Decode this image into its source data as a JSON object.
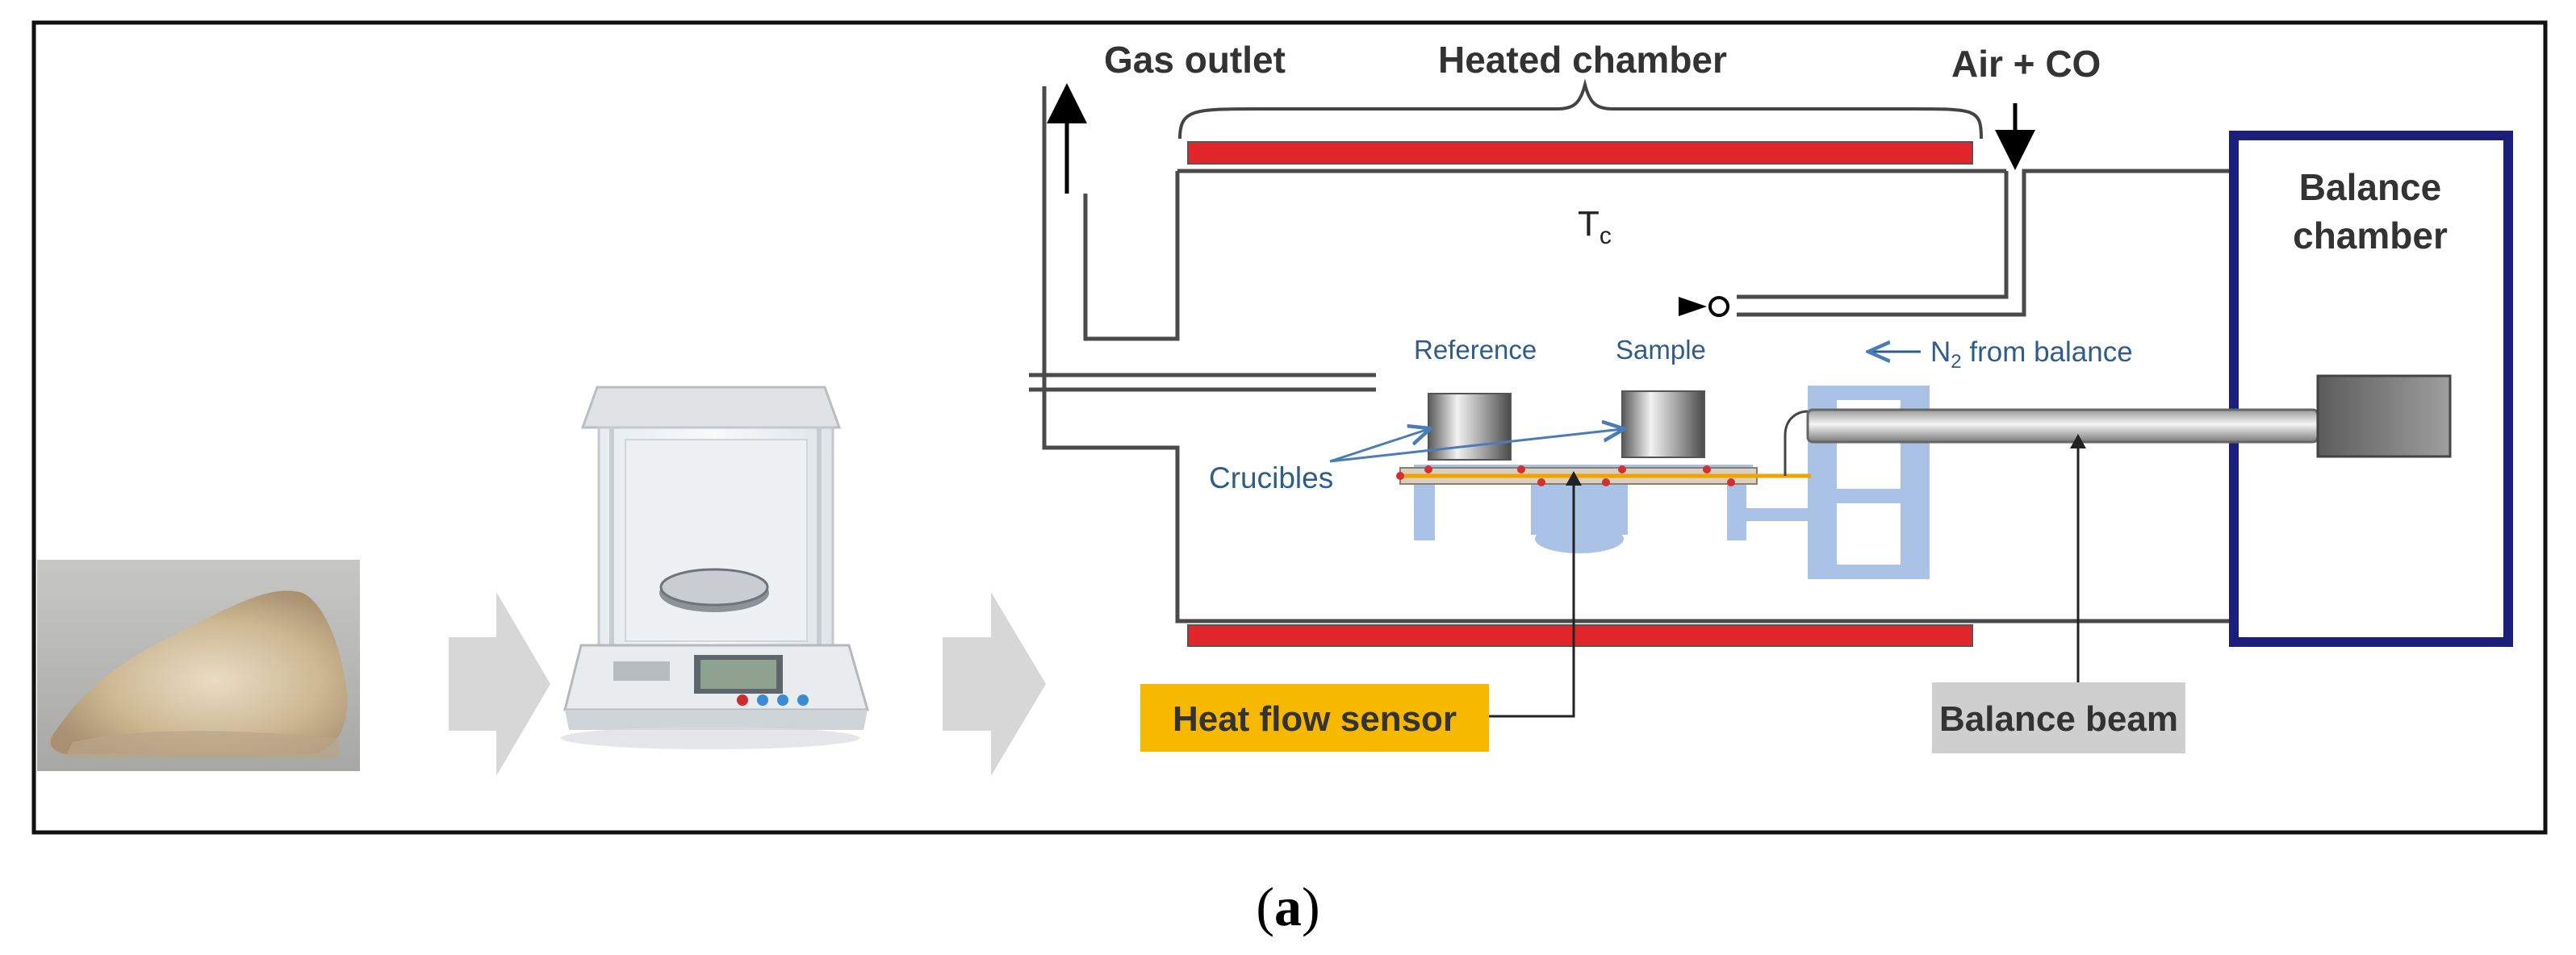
{
  "labels": {
    "gas_outlet": "Gas outlet",
    "heated_chamber": "Heated chamber",
    "air_co": "Air + CO",
    "balance_chamber_line1": "Balance",
    "balance_chamber_line2": "chamber",
    "tc": "T",
    "tc_sub": "c",
    "reference": "Reference",
    "sample": "Sample",
    "n2_prefix": "N",
    "n2_sub": "2",
    "n2_suffix": " from balance",
    "crucibles": "Crucibles",
    "heat_flow_sensor": "Heat flow sensor",
    "balance_beam": "Balance beam"
  },
  "caption": {
    "open": "(",
    "letter": "a",
    "close": ")"
  },
  "colors": {
    "heater": "#e0262b",
    "balance_chamber_border": "#1b1f7a",
    "crucible_holder": "#a9c2e6",
    "heat_flow_box": "#f7b800",
    "balance_beam_box": "#cfcfcf",
    "label_blue": "#2f5c8a"
  }
}
